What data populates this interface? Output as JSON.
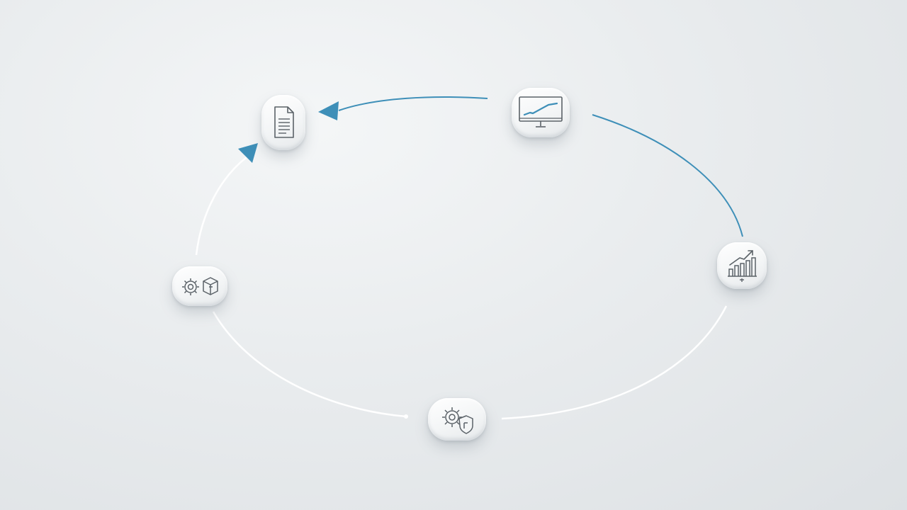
{
  "diagram": {
    "type": "cycle",
    "colors": {
      "accent": "#3e8fb8",
      "connector": "#ffffff",
      "icon_stroke": "#5b6268",
      "background": "#e6e9eb"
    },
    "nodes": [
      {
        "id": "document",
        "icon": "document-icon"
      },
      {
        "id": "monitor",
        "icon": "monitor-chart-icon"
      },
      {
        "id": "growth",
        "icon": "growth-chart-icon"
      },
      {
        "id": "security",
        "icon": "gear-shield-icon"
      },
      {
        "id": "automation",
        "icon": "gear-cube-icon"
      }
    ],
    "edges": [
      {
        "from": "monitor",
        "to": "document",
        "color": "accent",
        "arrow": true
      },
      {
        "from": "monitor",
        "to": "growth",
        "color": "accent",
        "arrow": false
      },
      {
        "from": "growth",
        "to": "security",
        "color": "connector",
        "arrow": false
      },
      {
        "from": "automation",
        "to": "security",
        "color": "connector",
        "arrow": false
      },
      {
        "from": "automation",
        "to": "document",
        "color": "connector",
        "arrow": true
      }
    ]
  }
}
